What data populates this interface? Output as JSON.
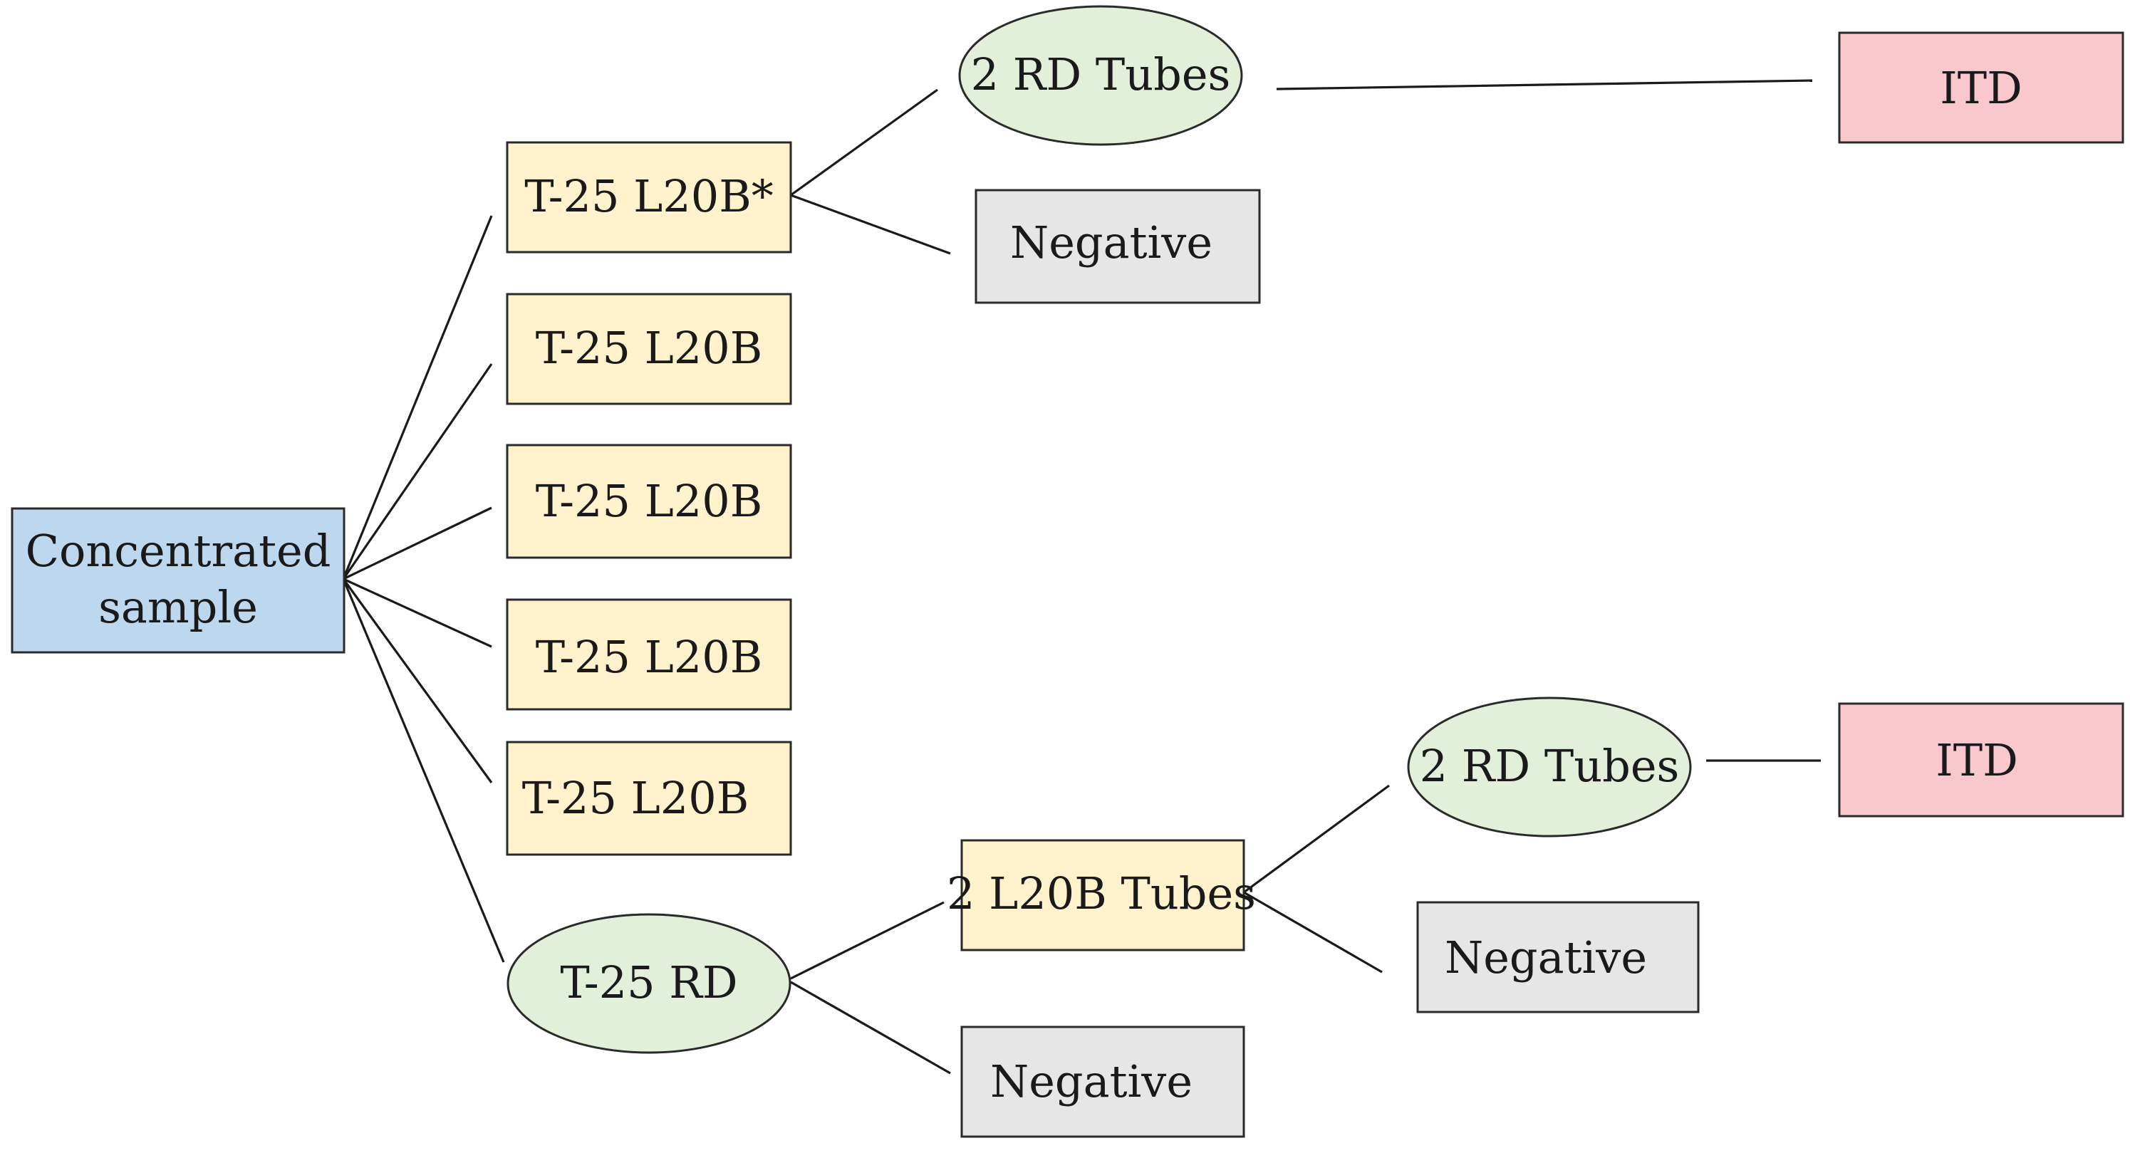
{
  "colors": {
    "sample": "#bdd7ee",
    "l20b": "#fff2cc",
    "rd": "#e2efd9",
    "negative": "#e6e6e6",
    "itd": "#f8c8cc",
    "stroke": "#2a2a2a"
  },
  "nodes": {
    "concentrated_sample": [
      "Concentrated",
      "sample"
    ],
    "t25_l20b_star": "T-25 L20B*",
    "t25_l20b_2": "T-25 L20B",
    "t25_l20b_3": "T-25 L20B",
    "t25_l20b_4": "T-25 L20B",
    "t25_l20b_5": "T-25 L20B",
    "t25_rd": "T-25 RD",
    "top_rd_tubes": "2 RD Tubes",
    "top_negative": "Negative",
    "top_itd": "ITD",
    "l20b_tubes": "2 L20B Tubes",
    "bottom_rd_tubes": "2 RD Tubes",
    "mid_negative": "Negative",
    "bottom_negative": "Negative",
    "bottom_itd": "ITD"
  }
}
